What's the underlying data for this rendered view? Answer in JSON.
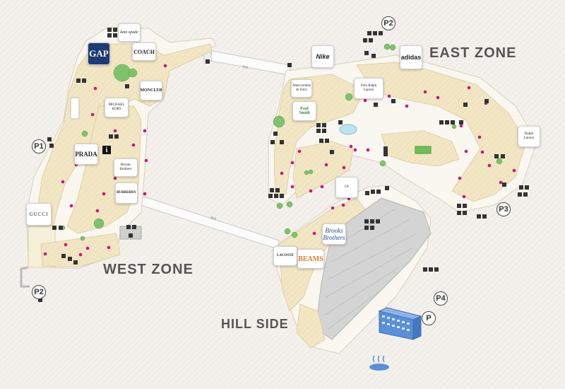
{
  "zones": {
    "west": "WEST ZONE",
    "east": "EAST ZONE",
    "hill": "HILL SIDE"
  },
  "brands": {
    "gap": "GAP",
    "kate_spade": "kate spade",
    "coach": "COACH",
    "moncler": "MONCLER",
    "michael_kors": "MICHAEL KORS",
    "prada": "PRADA",
    "burberry": "BURBERRY",
    "gucci": "GUCCI",
    "lacoste": "LACOSTE",
    "beams": "BEAMS",
    "nike": "Nike",
    "adidas": "adidas",
    "abercrombie": "Abercrombie & Fitch",
    "polo": "Polo Ralph Lauren",
    "paul_smith": "Paul Smith",
    "brooks": "Brooks Brothers",
    "jp": "J.P.",
    "ralph_right": "Ralph Lauren"
  },
  "parking": {
    "p2_top": "P2",
    "p1_left": "P1",
    "p2_bottom_left": "P2",
    "p3_right": "P3",
    "p4": "P4",
    "p_bottom": "P"
  },
  "info_symbol": "i",
  "road_labels": {
    "upper": "県道",
    "lower": "県道"
  },
  "colors": {
    "walkway": "#faf7f1",
    "shop_block": "#f2e6c4",
    "shop_line": "#d9c99a",
    "parking_deck": "#c9c9c9",
    "shop_dot": "#c8177e",
    "tree": "#7ec36a",
    "hotel": "#5b8fd6"
  }
}
